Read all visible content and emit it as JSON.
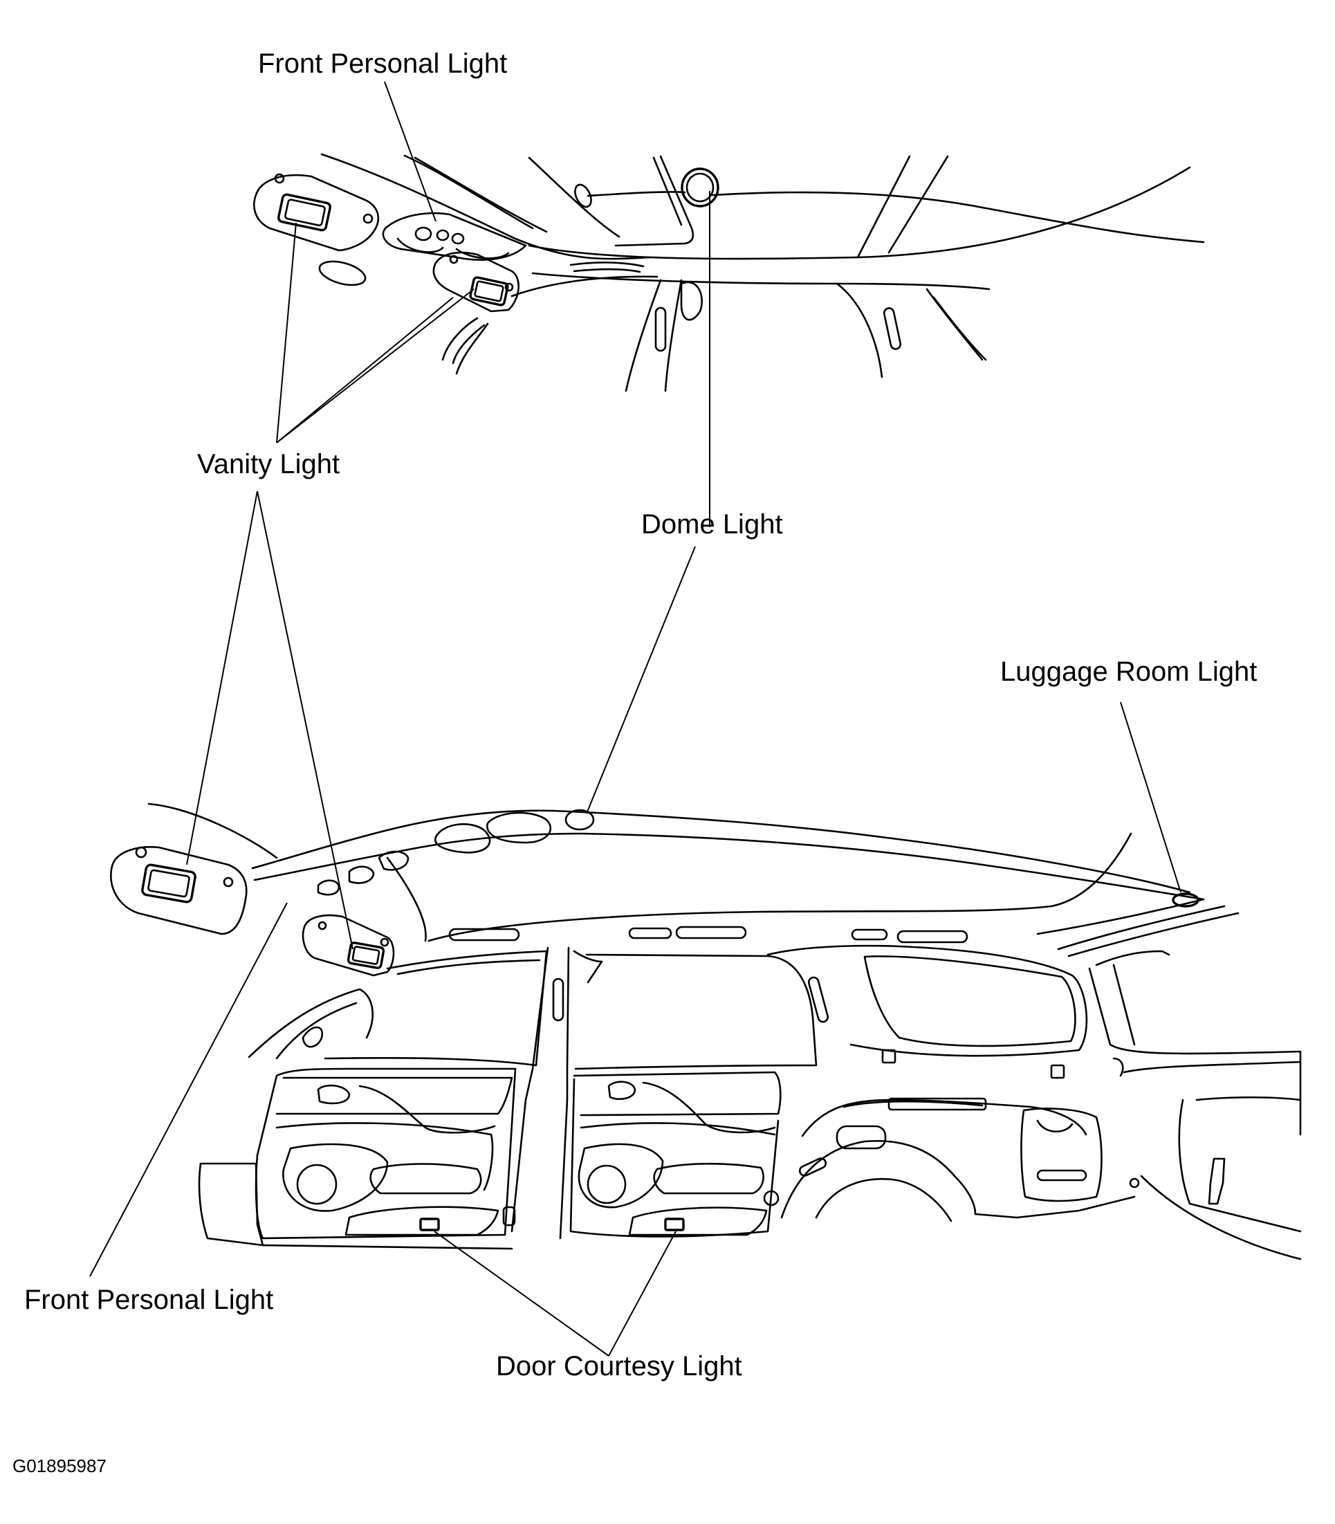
{
  "labels": {
    "front_personal_light_top": "Front Personal Light",
    "vanity_light": "Vanity Light",
    "dome_light": "Dome Light",
    "luggage_room_light": "Luggage Room Light",
    "front_personal_light_bottom": "Front Personal Light",
    "door_courtesy_light": "Door Courtesy Light"
  },
  "figure_code": "G01895987",
  "colors": {
    "line": "#000000",
    "background": "#ffffff"
  }
}
